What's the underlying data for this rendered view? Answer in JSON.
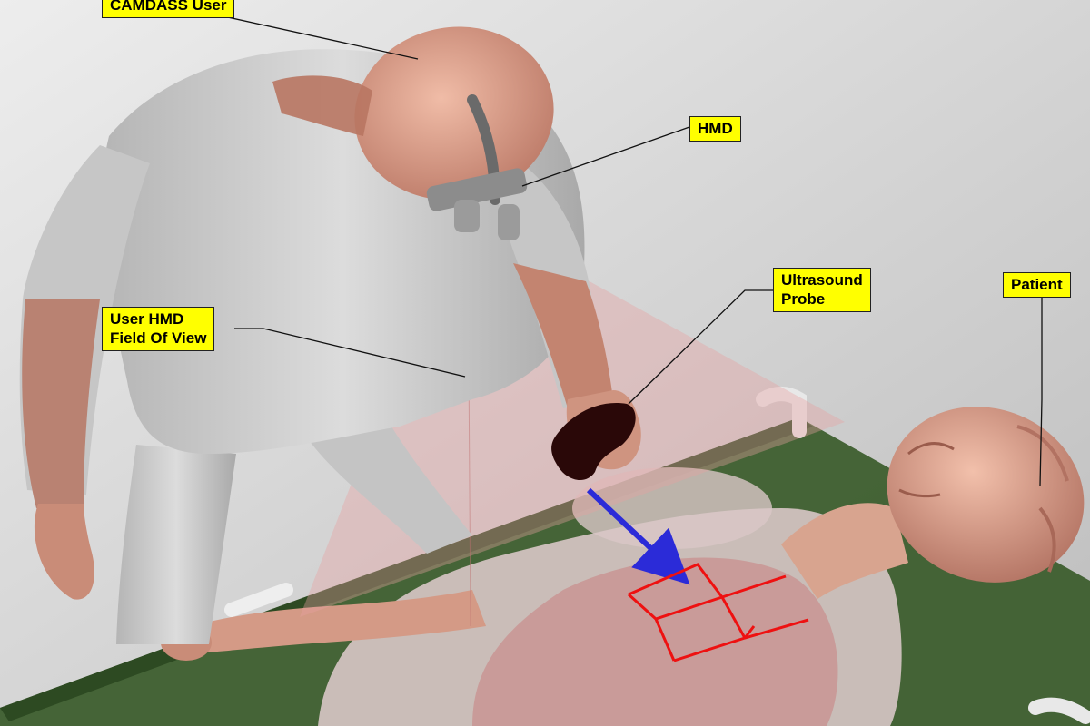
{
  "labels": {
    "camdass_user": "CAMDASS User",
    "hmd": "HMD",
    "fov_line1": "User HMD",
    "fov_line2": "Field Of View",
    "probe_line1": "Ultrasound",
    "probe_line2": "Probe",
    "patient": "Patient"
  },
  "colors": {
    "callout_fill": "#ffff00",
    "fov_cone": "#e8a0a0",
    "stretcher": "#3d5e2e",
    "skin": "#d9a08c",
    "user_suit": "#c9c9c9",
    "probe": "#2a0808",
    "overlay_grid": "#ee1111",
    "pointer_arrow": "#2b2bd8"
  }
}
